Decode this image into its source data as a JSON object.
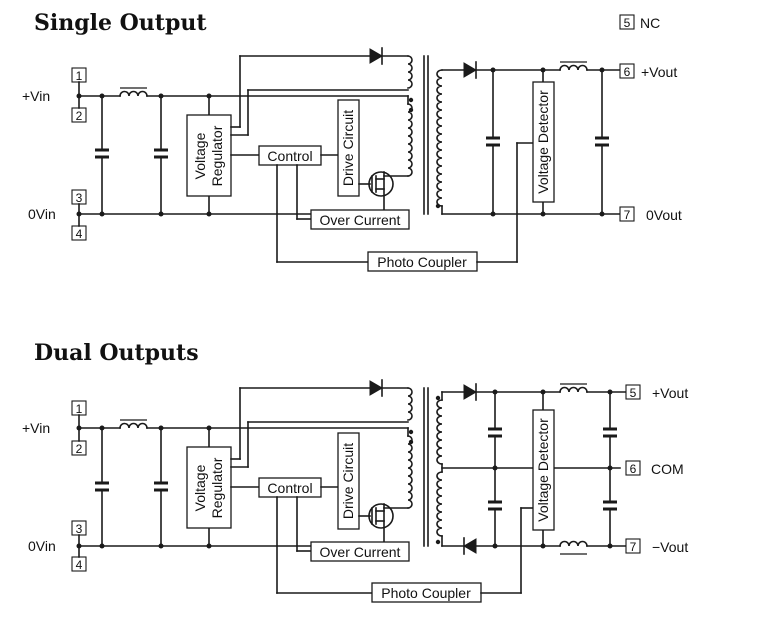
{
  "single": {
    "title": "Single Output",
    "pins": {
      "p1": "1",
      "p2": "2",
      "p3": "3",
      "p4": "4",
      "p5": "5",
      "p6": "6",
      "p7": "7"
    },
    "nc": "NC",
    "vin_pos": "+Vin",
    "vin_neg": "0Vin",
    "vout_pos": "+Vout",
    "vout_neg": "0Vout",
    "reg_line1": "Voltage",
    "reg_line2": "Regulator",
    "control": "Control",
    "drive": "Drive Circuit",
    "over_current": "Over Current",
    "photo_coupler": "Photo Coupler",
    "voltage_detector": "Voltage Detector"
  },
  "dual": {
    "title": "Dual Outputs",
    "pins": {
      "p1": "1",
      "p2": "2",
      "p3": "3",
      "p4": "4",
      "p5": "5",
      "p6": "6",
      "p7": "7"
    },
    "vin_pos": "+Vin",
    "vin_neg": "0Vin",
    "vout_pos": "+Vout",
    "com": "COM",
    "vout_neg": "−Vout",
    "reg_line1": "Voltage",
    "reg_line2": "Regulator",
    "control": "Control",
    "drive": "Drive Circuit",
    "over_current": "Over Current",
    "photo_coupler": "Photo Coupler",
    "voltage_detector": "Voltage Detector"
  }
}
